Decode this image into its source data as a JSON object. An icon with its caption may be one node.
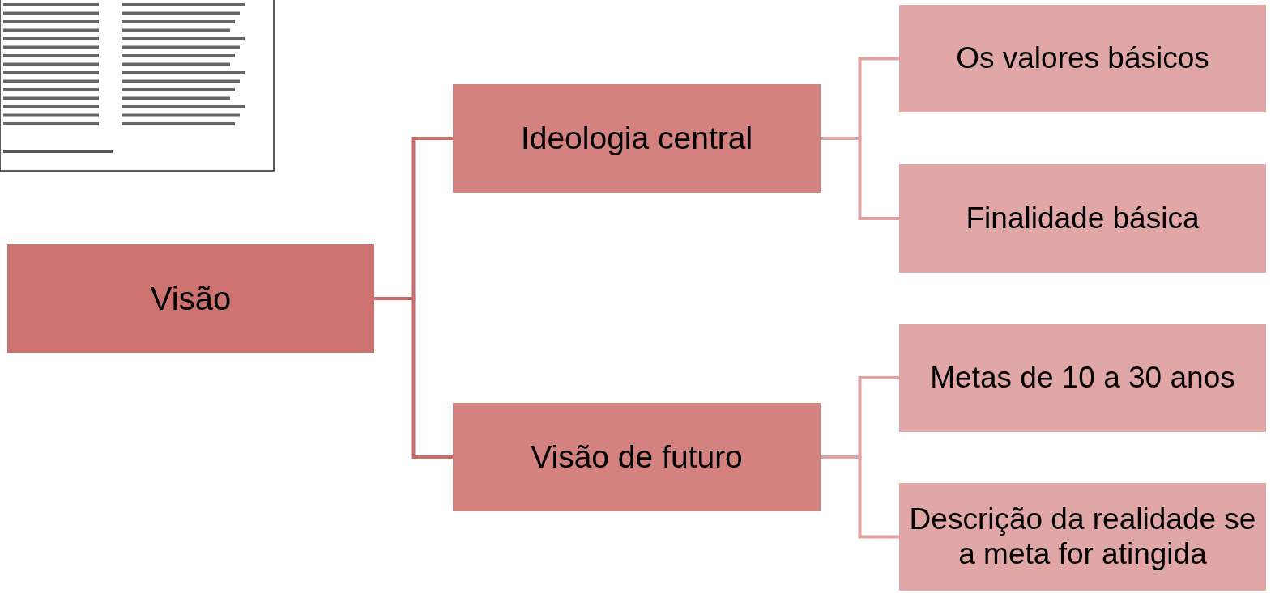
{
  "diagram": {
    "nodes": [
      {
        "text": [
          "Visão"
        ]
      },
      {
        "text": [
          "Ideologia central"
        ]
      },
      {
        "text": [
          "Visão de futuro"
        ]
      },
      {
        "text": [
          "Os valores básicos"
        ]
      },
      {
        "text": [
          "Finalidade básica"
        ]
      },
      {
        "text": [
          "Metas de 10 a 30 anos"
        ]
      },
      {
        "text": [
          "Descrição da realidade se a meta for atingida"
        ]
      }
    ],
    "edges": [
      {
        "from": 0,
        "to": 1,
        "arrow": "none",
        "color": "#c96b6b"
      },
      {
        "from": 0,
        "to": 2,
        "arrow": "none",
        "color": "#c96b6b"
      },
      {
        "from": 1,
        "to": 3,
        "arrow": "none"
      },
      {
        "from": 1,
        "to": 4,
        "arrow": "none"
      },
      {
        "from": 2,
        "to": 5,
        "arrow": "none"
      },
      {
        "from": 2,
        "to": 6,
        "arrow": "none"
      }
    ]
  }
}
